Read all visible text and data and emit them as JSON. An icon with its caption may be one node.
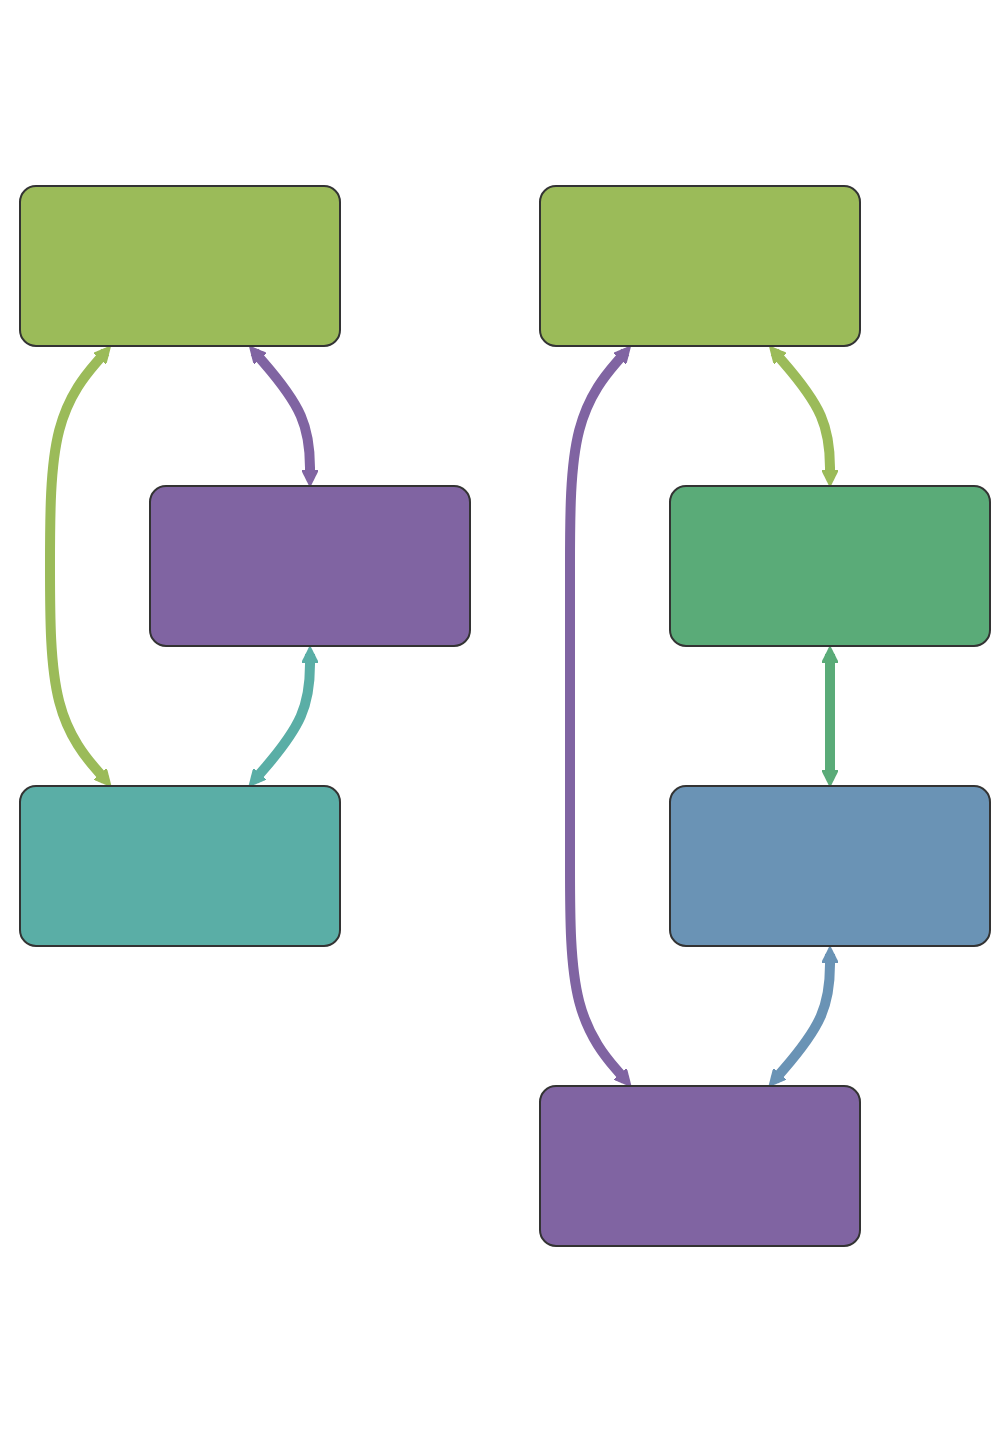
{
  "diagram": {
    "nodes": [
      {
        "text": [],
        "shape": "box"
      },
      {
        "text": [],
        "shape": "box"
      },
      {
        "text": [],
        "shape": "box"
      },
      {
        "text": [],
        "shape": "box"
      },
      {
        "text": [],
        "shape": "box"
      },
      {
        "text": [],
        "shape": "box"
      },
      {
        "text": [],
        "shape": "box"
      }
    ],
    "edges": [
      {
        "from": 0,
        "to": 1,
        "arrow": "both",
        "color": "#8064a2"
      },
      {
        "from": 0,
        "to": 2,
        "arrow": "both",
        "color": "#9bbb59"
      },
      {
        "from": 1,
        "to": 2,
        "arrow": "both",
        "color": "#5aaea6"
      },
      {
        "from": 3,
        "to": 4,
        "arrow": "both",
        "color": "#8064a2"
      },
      {
        "from": 3,
        "to": 5,
        "arrow": "both",
        "color": "#9bbb59"
      },
      {
        "from": 5,
        "to": 6,
        "arrow": "both",
        "color": "#5aab78"
      },
      {
        "from": 6,
        "to": 4,
        "arrow": "both",
        "color": "#6a93b5"
      }
    ]
  }
}
